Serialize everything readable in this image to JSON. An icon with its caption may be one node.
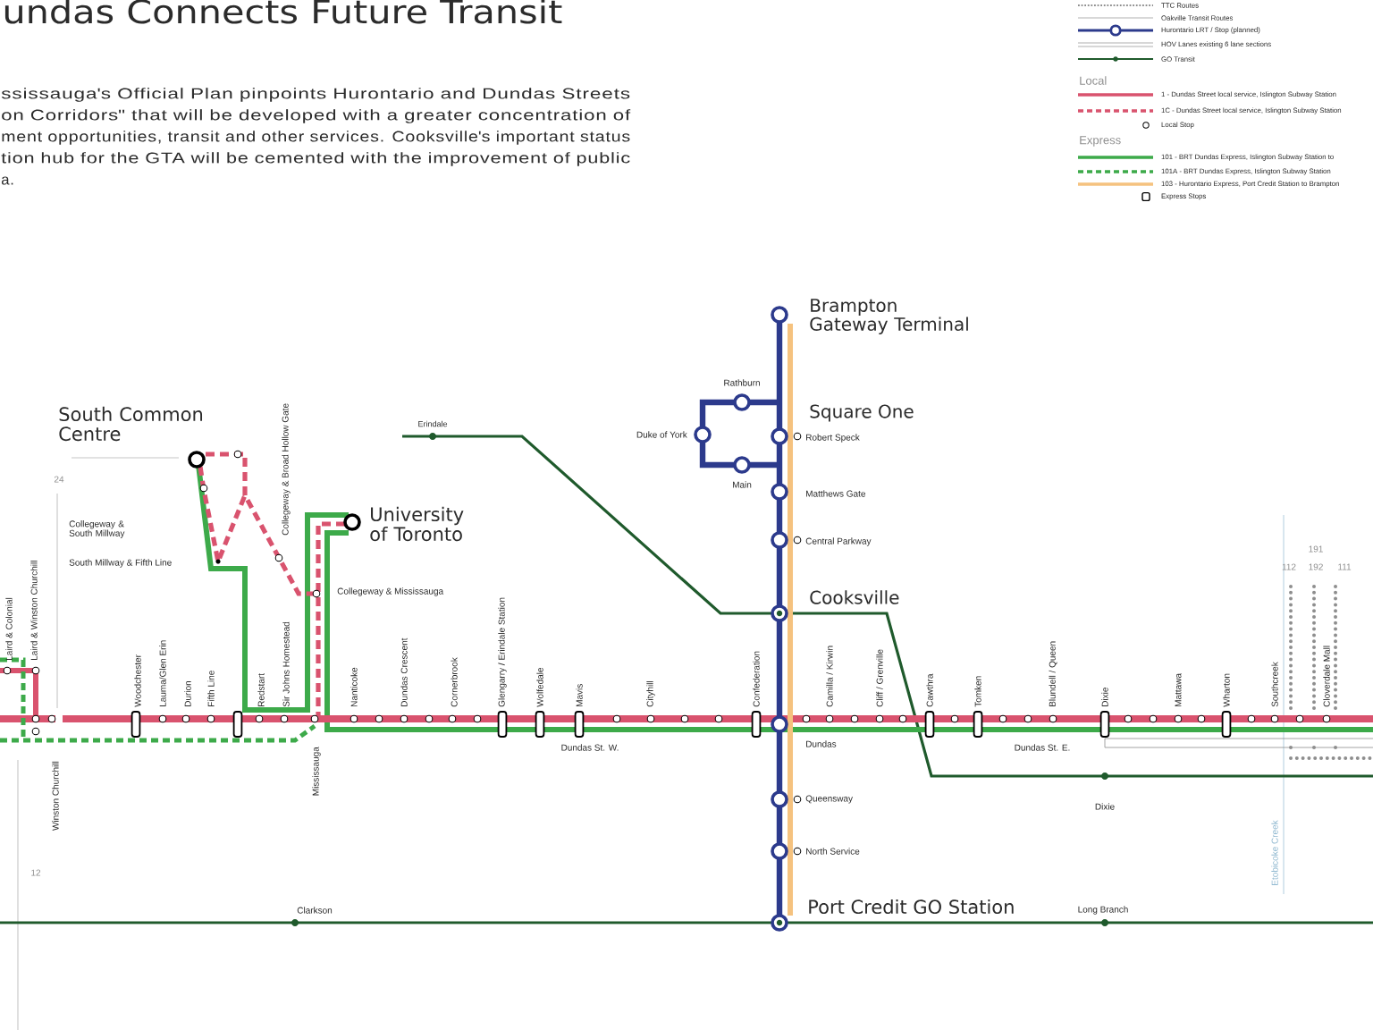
{
  "diagram": {
    "title": "undas Connects Future Transit",
    "labels": [
      "ssissauga's Official Plan pinpoints Hurontario and Dundas Streets",
      "on Corridors\" that will be developed with a greater concentration of",
      "ment opportunities, transit and other services. Cooksville's important status",
      "tion hub for the GTA will be cemented with the improvement of public",
      "a.",
      "Local",
      "Express",
      "Brampton Gateway Terminal",
      "Rathburn",
      "Square One",
      "Duke of York",
      "Robert Speck",
      "Main",
      "Matthews Gate",
      "Central Parkway",
      "Cooksville",
      "South Common Centre",
      "Erindale",
      "Collegeway & Broad Hollow Gate",
      "24",
      "University of Toronto",
      "Collegeway & South Millway",
      "South Millway & Fifth Line",
      "Collegeway & Mississauga",
      "Laird & Colonial",
      "Laird & Winston Churchill",
      "Woodchester",
      "Lauma/Glen Erin",
      "Durion",
      "Fifth Line",
      "Redstart",
      "Sir Johns Homestead",
      "Nanticoke",
      "Dundas Crescent",
      "Cornerbrook",
      "Glengarry / Erindale Station",
      "Wolfedale",
      "Mavis",
      "Cityhill",
      "Confederation",
      "Camilla / Kirwin",
      "Cliff / Grenville",
      "Cawthra",
      "Tomken",
      "Blundell / Queen",
      "Dixie",
      "Mattawa",
      "Wharton",
      "Southcreek",
      "Cloverdale Mall",
      "191",
      "112",
      "192",
      "111",
      "Dundas St. W.",
      "Dundas",
      "Dundas St. E.",
      "Winston Churchill",
      "Mississauga",
      "Queensway",
      "North Service",
      "Dixie",
      "12",
      "Etobicoke Creek",
      "Clarkson",
      "Port Credit GO Station",
      "Long Branch"
    ],
    "legend": [
      {
        "text": "TTC Routes"
      },
      {
        "text": "Oakville Transit Routes"
      },
      {
        "text": "Hurontario LRT / Stop (planned)"
      },
      {
        "text": "HOV Lanes existing 6 lane sections"
      },
      {
        "text": "GO Transit"
      },
      {
        "text": "1 - Dundas Street local service, Islington Subway Station"
      },
      {
        "text": "1C - Dundas Street local service, Islington Subway Station"
      },
      {
        "text": "Local Stop"
      },
      {
        "text": "101 - BRT Dundas Express, Islington Subway Station to"
      },
      {
        "text": "101A - BRT Dundas Express, Islington Subway Station"
      },
      {
        "text": "103 - Hurontario Express, Port Credit Station to Brampton"
      },
      {
        "text": "Express Stops"
      }
    ]
  }
}
